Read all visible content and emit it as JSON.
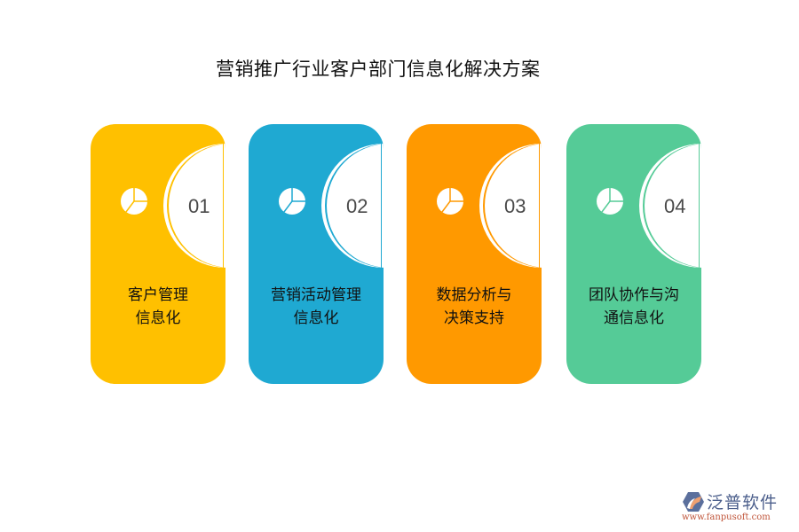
{
  "title": "营销推广行业客户部门信息化解决方案",
  "cards": [
    {
      "number": "01",
      "line1": "客户管理",
      "line2": "信息化",
      "color": "#FFC000",
      "icon": "pie-chart-icon"
    },
    {
      "number": "02",
      "line1": "营销活动管理",
      "line2": "信息化",
      "color": "#1FA9D2",
      "icon": "pie-chart-icon"
    },
    {
      "number": "03",
      "line1": "数据分析与",
      "line2": "决策支持",
      "color": "#FF9900",
      "icon": "pie-chart-icon"
    },
    {
      "number": "04",
      "line1": "团队协作与沟",
      "line2": "通信息化",
      "color": "#55CB97",
      "icon": "pie-chart-icon"
    }
  ],
  "logo": {
    "name": "泛普软件",
    "url": "www.fanpusoft.com"
  }
}
